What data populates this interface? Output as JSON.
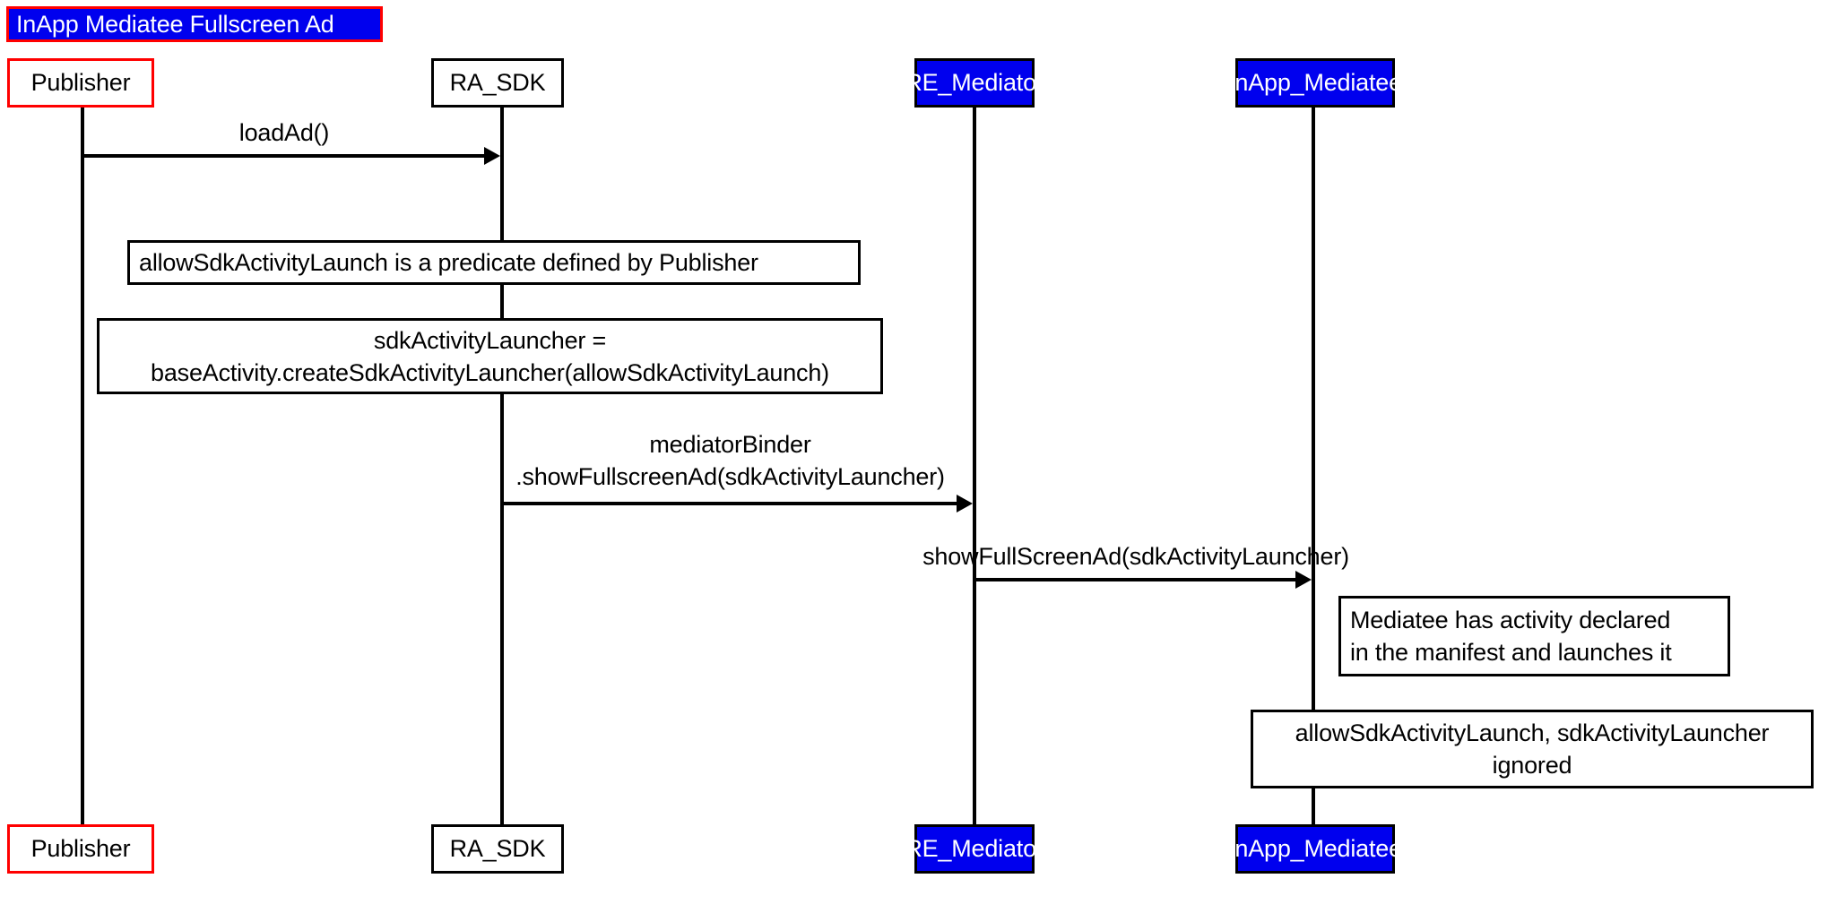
{
  "diagram": {
    "type": "uml-sequence-diagram",
    "title": "InApp Mediatee Fullscreen Ad",
    "colors": {
      "title_fill": "#0000ee",
      "title_border": "#ff0000",
      "title_text": "#ffffff",
      "publisher_border": "#ff0000",
      "default_border": "#000000",
      "highlight_fill": "#0000ee",
      "highlight_text": "#ffffff",
      "background": "#ffffff",
      "line": "#000000"
    },
    "participants": [
      {
        "id": "publisher",
        "label": "Publisher",
        "style": "white-red-border"
      },
      {
        "id": "ra_sdk",
        "label": "RA_SDK",
        "style": "white-black-border"
      },
      {
        "id": "re_mediator",
        "label": "RE_Mediator",
        "style": "blue-fill"
      },
      {
        "id": "inapp_mediatee",
        "label": "InApp_Mediatee",
        "style": "blue-fill"
      }
    ],
    "messages": [
      {
        "id": "load-ad",
        "from": "publisher",
        "to": "ra_sdk",
        "lines": [
          "loadAd()"
        ]
      },
      {
        "id": "show-fullscreen-ad",
        "from": "ra_sdk",
        "to": "re_mediator",
        "lines": [
          "mediatorBinder",
          ".showFullscreenAd(sdkActivityLauncher)"
        ]
      },
      {
        "id": "show-full-screen-ad",
        "from": "re_mediator",
        "to": "inapp_mediatee",
        "lines": [
          "showFullScreenAd(sdkActivityLauncher)"
        ]
      }
    ],
    "notes": [
      {
        "id": "note-predicate",
        "align": "left",
        "lines": [
          "allowSdkActivityLaunch is a predicate defined by Publisher"
        ]
      },
      {
        "id": "note-launcher-creation",
        "align": "center",
        "lines": [
          "sdkActivityLauncher =",
          "baseActivity.createSdkActivityLauncher(allowSdkActivityLaunch)"
        ]
      },
      {
        "id": "note-mediatee-manifest",
        "align": "left",
        "lines": [
          "Mediatee has activity declared",
          "in the manifest and launches it"
        ]
      },
      {
        "id": "note-ignored",
        "align": "center",
        "lines": [
          "allowSdkActivityLaunch, sdkActivityLauncher",
          "ignored"
        ]
      }
    ]
  }
}
